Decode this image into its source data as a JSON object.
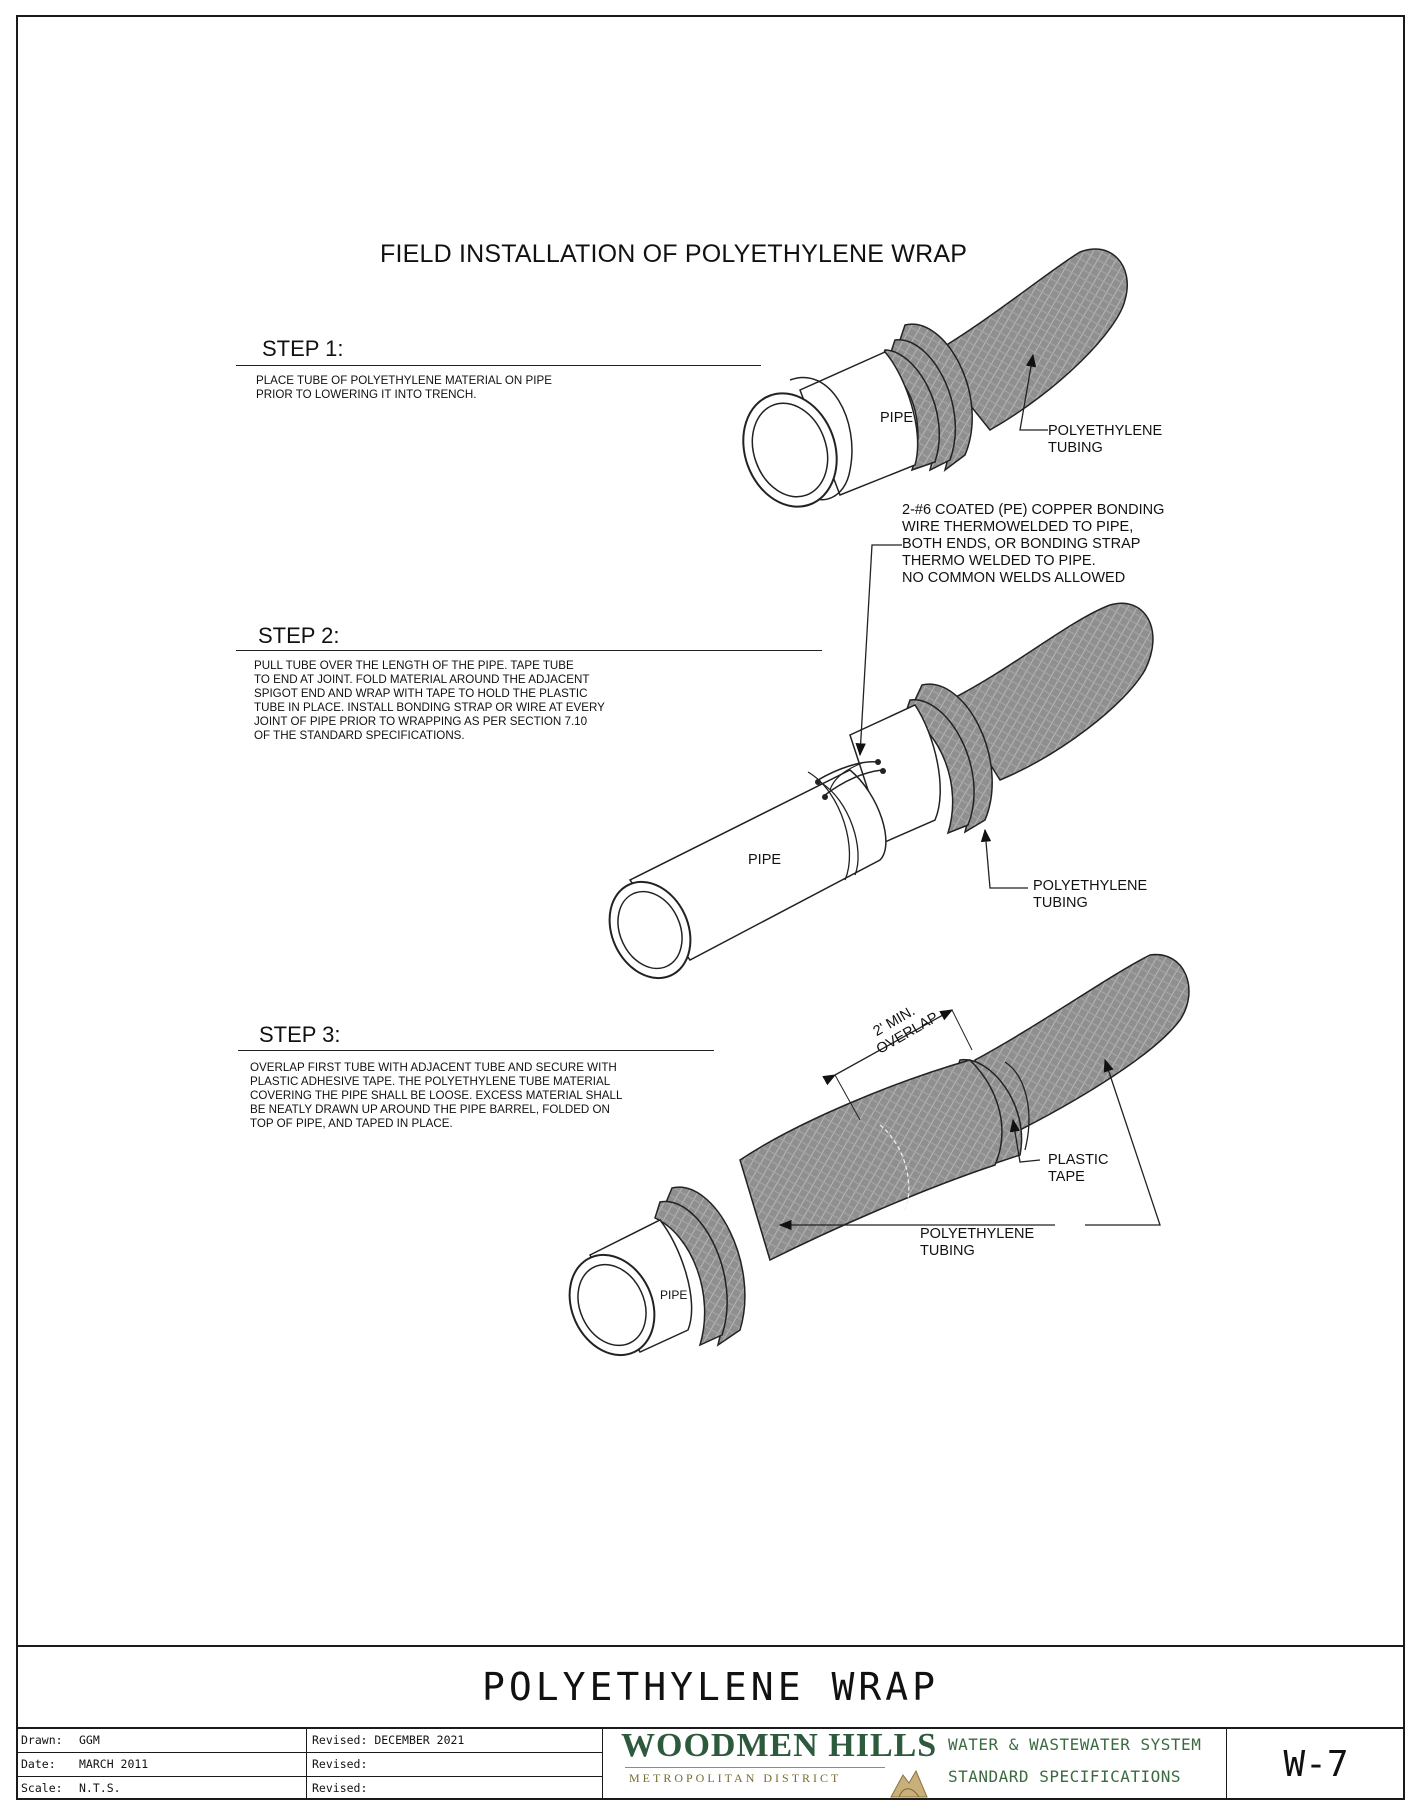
{
  "sheet": {
    "title": "FIELD INSTALLATION OF POLYETHYLENE WRAP",
    "steps": [
      {
        "heading": "STEP 1:",
        "lines": [
          "PLACE TUBE OF POLYETHYLENE MATERIAL ON PIPE",
          "PRIOR TO LOWERING IT INTO TRENCH."
        ]
      },
      {
        "heading": "STEP 2:",
        "lines": [
          "PULL TUBE OVER THE LENGTH OF THE PIPE. TAPE TUBE",
          "TO END AT JOINT. FOLD MATERIAL AROUND THE ADJACENT",
          "SPIGOT END AND WRAP WITH TAPE TO HOLD THE PLASTIC",
          "TUBE IN PLACE. INSTALL BONDING STRAP OR WIRE AT EVERY",
          "JOINT OF PIPE PRIOR TO WRAPPING AS PER SECTION 7.10",
          "OF THE STANDARD SPECIFICATIONS."
        ]
      },
      {
        "heading": "STEP 3:",
        "lines": [
          "OVERLAP FIRST TUBE WITH ADJACENT TUBE AND SECURE WITH",
          "PLASTIC ADHESIVE TAPE. THE POLYETHYLENE TUBE MATERIAL",
          "COVERING THE PIPE SHALL BE LOOSE. EXCESS MATERIAL SHALL",
          "BE NEATLY DRAWN UP AROUND THE PIPE BARREL, FOLDED ON",
          "TOP OF PIPE, AND TAPED IN PLACE."
        ]
      }
    ],
    "labels": {
      "pipe": "PIPE",
      "poly_1": "POLYETHYLENE",
      "poly_2": "TUBING",
      "bonding": [
        "2-#6 COATED (PE) COPPER BONDING",
        "WIRE THERMOWELDED TO PIPE,",
        "BOTH ENDS, OR BONDING STRAP",
        "THERMO WELDED TO PIPE.",
        "NO COMMON WELDS ALLOWED"
      ],
      "overlap_1": "2' MIN.",
      "overlap_2": "OVERLAP",
      "tape_1": "PLASTIC",
      "tape_2": "TAPE"
    }
  },
  "title_block": {
    "drawing_title": "POLYETHYLENE WRAP",
    "drawn_label": "Drawn:",
    "drawn_value": "GGM",
    "date_label": "Date:",
    "date_value": "MARCH 2011",
    "scale_label": "Scale:",
    "scale_value": "N.T.S.",
    "revised_label": "Revised:",
    "revised_1": "DECEMBER 2021",
    "org_name": "WOODMEN HILLS",
    "org_sub": "METROPOLITAN DISTRICT",
    "system_1": "WATER & WASTEWATER SYSTEM",
    "system_2": "STANDARD SPECIFICATIONS",
    "sheet_number": "W-7"
  },
  "colors": {
    "wrap_fill": "#8f8f8f",
    "logo_green": "#2d5a3d",
    "logo_gold": "#a88a3a"
  }
}
